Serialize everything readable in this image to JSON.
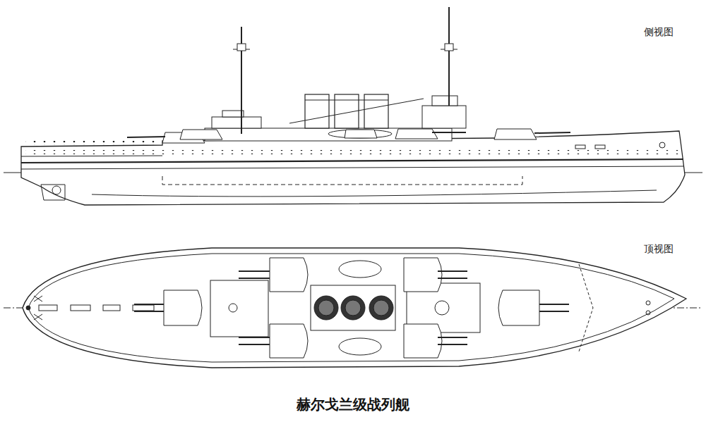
{
  "diagram": {
    "caption": "赫尔戈兰级战列舰",
    "labels": [
      "侧视图",
      "顶视图"
    ]
  }
}
